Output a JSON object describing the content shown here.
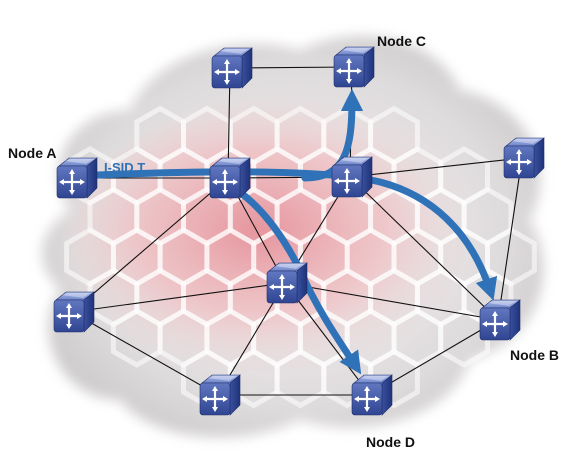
{
  "labels": {
    "node_a": "Node A",
    "node_b": "Node B",
    "node_c": "Node C",
    "node_d": "Node D",
    "service": "I-SID T"
  },
  "nodes": [
    {
      "id": "A",
      "icon": "router-icon"
    },
    {
      "id": "B",
      "icon": "router-icon"
    },
    {
      "id": "C",
      "icon": "router-icon"
    },
    {
      "id": "D",
      "icon": "router-icon"
    },
    {
      "id": "top-left",
      "icon": "router-icon"
    },
    {
      "id": "center-left",
      "icon": "router-icon"
    },
    {
      "id": "center-right",
      "icon": "router-icon"
    },
    {
      "id": "right",
      "icon": "router-icon"
    },
    {
      "id": "center",
      "icon": "router-icon"
    },
    {
      "id": "left-bottom",
      "icon": "router-icon"
    },
    {
      "id": "bottom-left",
      "icon": "router-icon"
    }
  ],
  "links": [
    [
      "top-left",
      "C"
    ],
    [
      "top-left",
      "center-left"
    ],
    [
      "C",
      "center-right"
    ],
    [
      "A",
      "center-left"
    ],
    [
      "center-left",
      "center-right"
    ],
    [
      "center-right",
      "right"
    ],
    [
      "right",
      "B"
    ],
    [
      "center-left",
      "left-bottom"
    ],
    [
      "center-left",
      "center"
    ],
    [
      "center-right",
      "center"
    ],
    [
      "center-right",
      "B"
    ],
    [
      "center",
      "B"
    ],
    [
      "center",
      "D"
    ],
    [
      "center",
      "left-bottom"
    ],
    [
      "center",
      "bottom-left"
    ],
    [
      "left-bottom",
      "bottom-left"
    ],
    [
      "bottom-left",
      "D"
    ],
    [
      "D",
      "B"
    ]
  ],
  "colors": {
    "path": "#2f72b8",
    "cloud": "#e6e4e5",
    "cloud_core": "#e8a0a6",
    "router_top": "#7e95d3",
    "router_side": "#3f56a4"
  }
}
